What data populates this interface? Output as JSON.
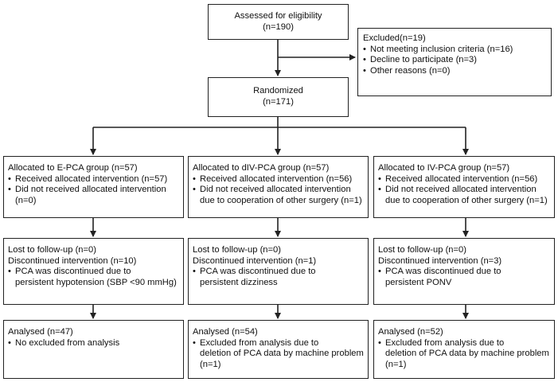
{
  "assessed": {
    "title": "Assessed for eligibility",
    "n": "(n=190)"
  },
  "excluded": {
    "title": "Excluded(n=19)",
    "items": [
      "Not meeting inclusion criteria (n=16)",
      "Decline to participate (n=3)",
      "Other reasons (n=0)"
    ]
  },
  "randomized": {
    "title": "Randomized",
    "n": "(n=171)"
  },
  "allocation": [
    {
      "title": "Allocated to E-PCA group (n=57)",
      "b1": "Received allocated intervention (n=57)",
      "b2": "Did not received allocated intervention",
      "b2c": "(n=0)"
    },
    {
      "title": "Allocated to dIV-PCA group (n=57)",
      "b1": "Received allocated intervention (n=56)",
      "b2": "Did not received allocated intervention",
      "b2c": "due to cooperation of other surgery (n=1)"
    },
    {
      "title": "Allocated to IV-PCA group (n=57)",
      "b1": "Received allocated intervention (n=56)",
      "b2": "Did not received allocated intervention",
      "b2c": "due to cooperation of other surgery (n=1)"
    }
  ],
  "followup": [
    {
      "lost": "Lost to follow-up (n=0)",
      "disc": "Discontinued intervention (n=10)",
      "b1": "PCA was discontinued due to",
      "b1c": "persistent hypotension (SBP <90 mmHg)"
    },
    {
      "lost": "Lost to follow-up (n=0)",
      "disc": "Discontinued intervention (n=1)",
      "b1": "PCA was discontinued due to",
      "b1c": "persistent dizziness"
    },
    {
      "lost": "Lost to follow-up (n=0)",
      "disc": "Discontinued intervention (n=3)",
      "b1": "PCA was discontinued due to",
      "b1c": "persistent PONV"
    }
  ],
  "analysed": [
    {
      "title": "Analysed (n=47)",
      "b1": "No excluded from analysis",
      "b1c": "",
      "b1d": ""
    },
    {
      "title": "Analysed (n=54)",
      "b1": "Excluded from analysis due to",
      "b1c": "deletion of PCA data by machine problem",
      "b1d": "(n=1)"
    },
    {
      "title": "Analysed (n=52)",
      "b1": "Excluded from analysis due to",
      "b1c": "deletion of PCA data by machine problem",
      "b1d": "(n=1)"
    }
  ]
}
